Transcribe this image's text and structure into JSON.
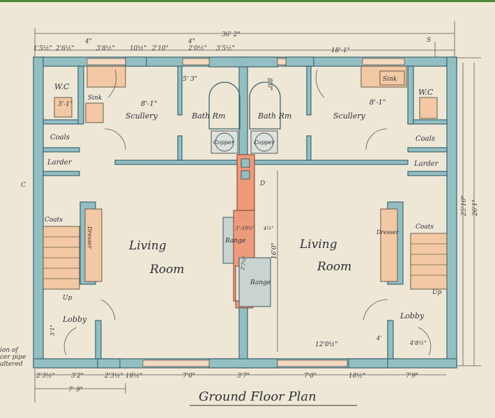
{
  "drawing": {
    "title": "Ground Floor Plan",
    "colors": {
      "paper": "#efe7d6",
      "walls": "#93bfc3",
      "fittings": "#f2c9a4",
      "chimney": "#ee9a78",
      "border": "#4a8a3a"
    },
    "overall_width": "36' 2\"",
    "north_mark": "S",
    "section_mark_c": "C",
    "section_mark_d": "D",
    "top_dims": [
      "1'5½\"",
      "2'6½\"",
      "4\"",
      "3'8½\"",
      "10½\"",
      "2'10\"",
      "4\"",
      "2'0½\"",
      "3'5½\"",
      "18'-1\""
    ],
    "bottom_dims": [
      "2'3½\"",
      "3'2\"",
      "2'3½\"",
      "18½\"",
      "7'0\"",
      "3'7\"",
      "7'0\"",
      "18½\"",
      "7'9\""
    ],
    "bottom_overall": "7' 9\"",
    "side_dims": [
      "25'10\"",
      "26'1\""
    ],
    "note": [
      "ion of",
      "cer pipe",
      "altered"
    ],
    "rooms": {
      "wc": "W.C",
      "wc_dim": "3'-1\"",
      "sink": "Sink",
      "scullery": "Scullery",
      "scullery_dim": "8'-1\"",
      "bath": "Bath Rm",
      "bath_dim_left": "5' 3\"",
      "bath_dim_right": "8'0\"",
      "copper": "Copper",
      "coals": "Coals",
      "larder": "Larder",
      "coats": "Coats",
      "dresser": "Dresser",
      "living": "Living",
      "room": "Room",
      "range": "Range",
      "range_dim_1": "1'-10½\"",
      "range_dim_2": "4½\"",
      "range_dim_3": "2'7½\"",
      "living_depth": "16'0\"",
      "up": "Up",
      "lobby": "Lobby",
      "lobby_dim": "5'1\"",
      "living_width": "12'0½\"",
      "lobby_dim_r1": "4'",
      "lobby_dim_r2": "4'8½\""
    }
  }
}
